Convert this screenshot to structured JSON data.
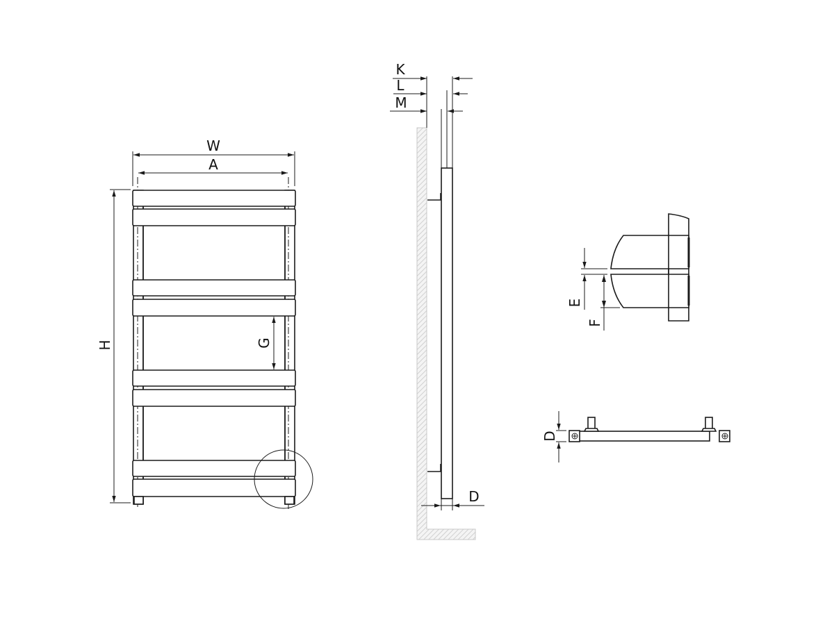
{
  "drawing": {
    "subject": "towel radiator dimension drawing",
    "colors": {
      "line": "#1a1a1a",
      "hatch": "#c8c8c8",
      "background": "#ffffff"
    },
    "front_view": {
      "labels": {
        "width": "W",
        "axis_width": "A",
        "height": "H",
        "gap": "G"
      },
      "bar_groups": 4,
      "bars_per_group": 2
    },
    "side_view": {
      "labels": {
        "k": "K",
        "l": "L",
        "m": "M",
        "depth": "D"
      }
    },
    "detail_view": {
      "labels": {
        "e": "E",
        "f": "F"
      }
    },
    "top_view": {
      "labels": {
        "depth": "D"
      }
    }
  }
}
